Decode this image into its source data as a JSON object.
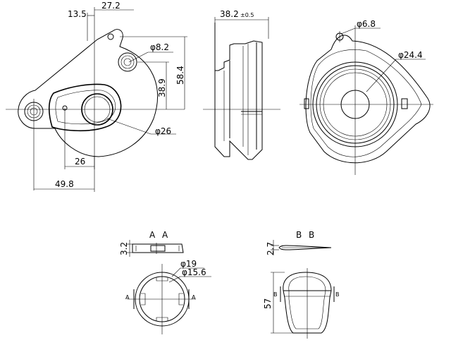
{
  "dimensions": {
    "d_13_5": "13.5",
    "d_27_2": "27.2",
    "d_phi_8_2": "φ8.2",
    "d_38_9": "38.9",
    "d_58_4": "58.4",
    "d_phi_26": "φ26",
    "d_26": "26",
    "d_49_8": "49.8",
    "d_38_2": "38.2",
    "d_tol": "±0.5",
    "d_phi_6_8": "φ6.8",
    "d_phi_24_4": "φ24.4",
    "d_3_2": "3.2",
    "d_phi_19": "φ19",
    "d_phi_15_6": "φ15.6",
    "d_2_7": "2.7",
    "d_57": "57"
  },
  "section_labels": {
    "a_left": "A",
    "a_right": "A",
    "a_side_left": "A",
    "a_side_right": "A",
    "b_left": "B",
    "b_right": "B",
    "b_side_left": "B",
    "b_side_right": "B"
  }
}
